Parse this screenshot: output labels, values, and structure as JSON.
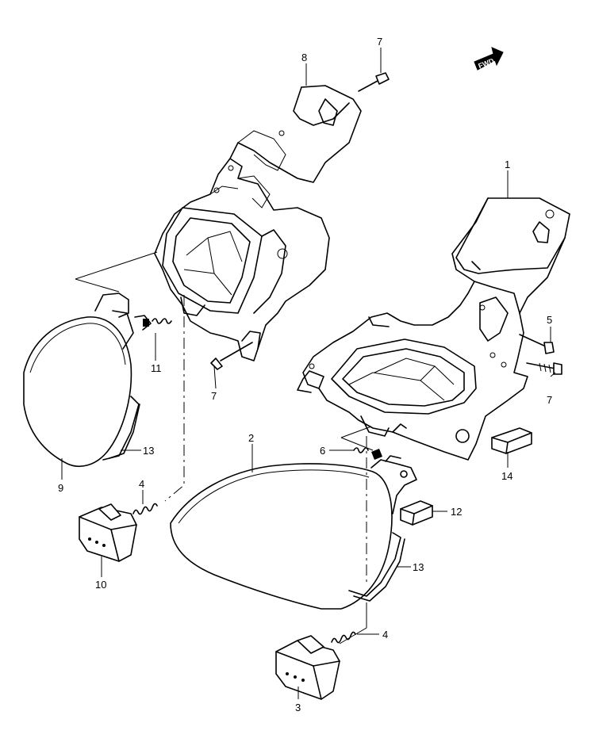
{
  "fwd_label": "FWD",
  "callouts": {
    "c1": "1",
    "c2": "2",
    "c3": "3",
    "c4a": "4",
    "c4b": "4",
    "c5": "5",
    "c6": "6",
    "c7a": "7",
    "c7b": "7",
    "c7c": "7",
    "c8": "8",
    "c9": "9",
    "c10": "10",
    "c11": "11",
    "c12": "12",
    "c13a": "13",
    "c13b": "13",
    "c14": "14"
  }
}
